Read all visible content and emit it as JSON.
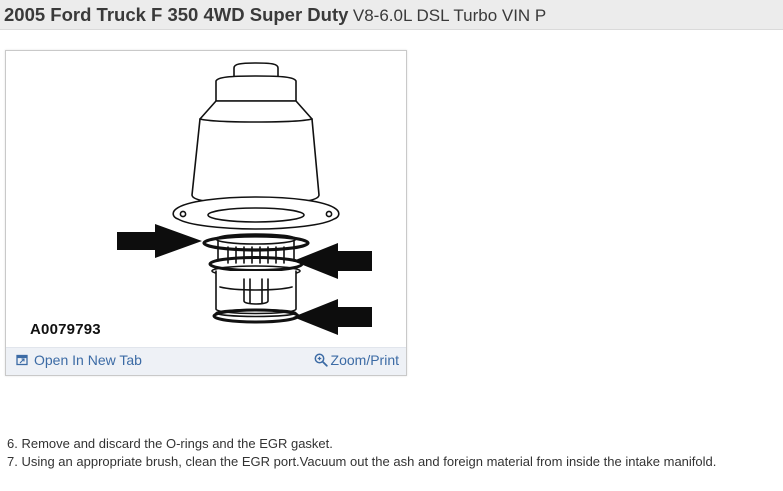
{
  "header": {
    "vehicle": "2005 Ford Truck F 350 4WD Super Duty",
    "engine": "V8-6.0L DSL Turbo VIN P"
  },
  "figure": {
    "id_label": "A0079793",
    "open_tab_label": "Open In New Tab",
    "zoom_label": "Zoom/Print",
    "open_tab_icon": "open-in-new-tab-icon",
    "zoom_icon": "magnifier-icon",
    "link_color": "#3c6ba5"
  },
  "steps": [
    "6. Remove and discard the O-rings and the EGR gasket.",
    "7. Using an appropriate brush, clean the EGR port.Vacuum out the ash and foreign material from inside the intake manifold."
  ]
}
